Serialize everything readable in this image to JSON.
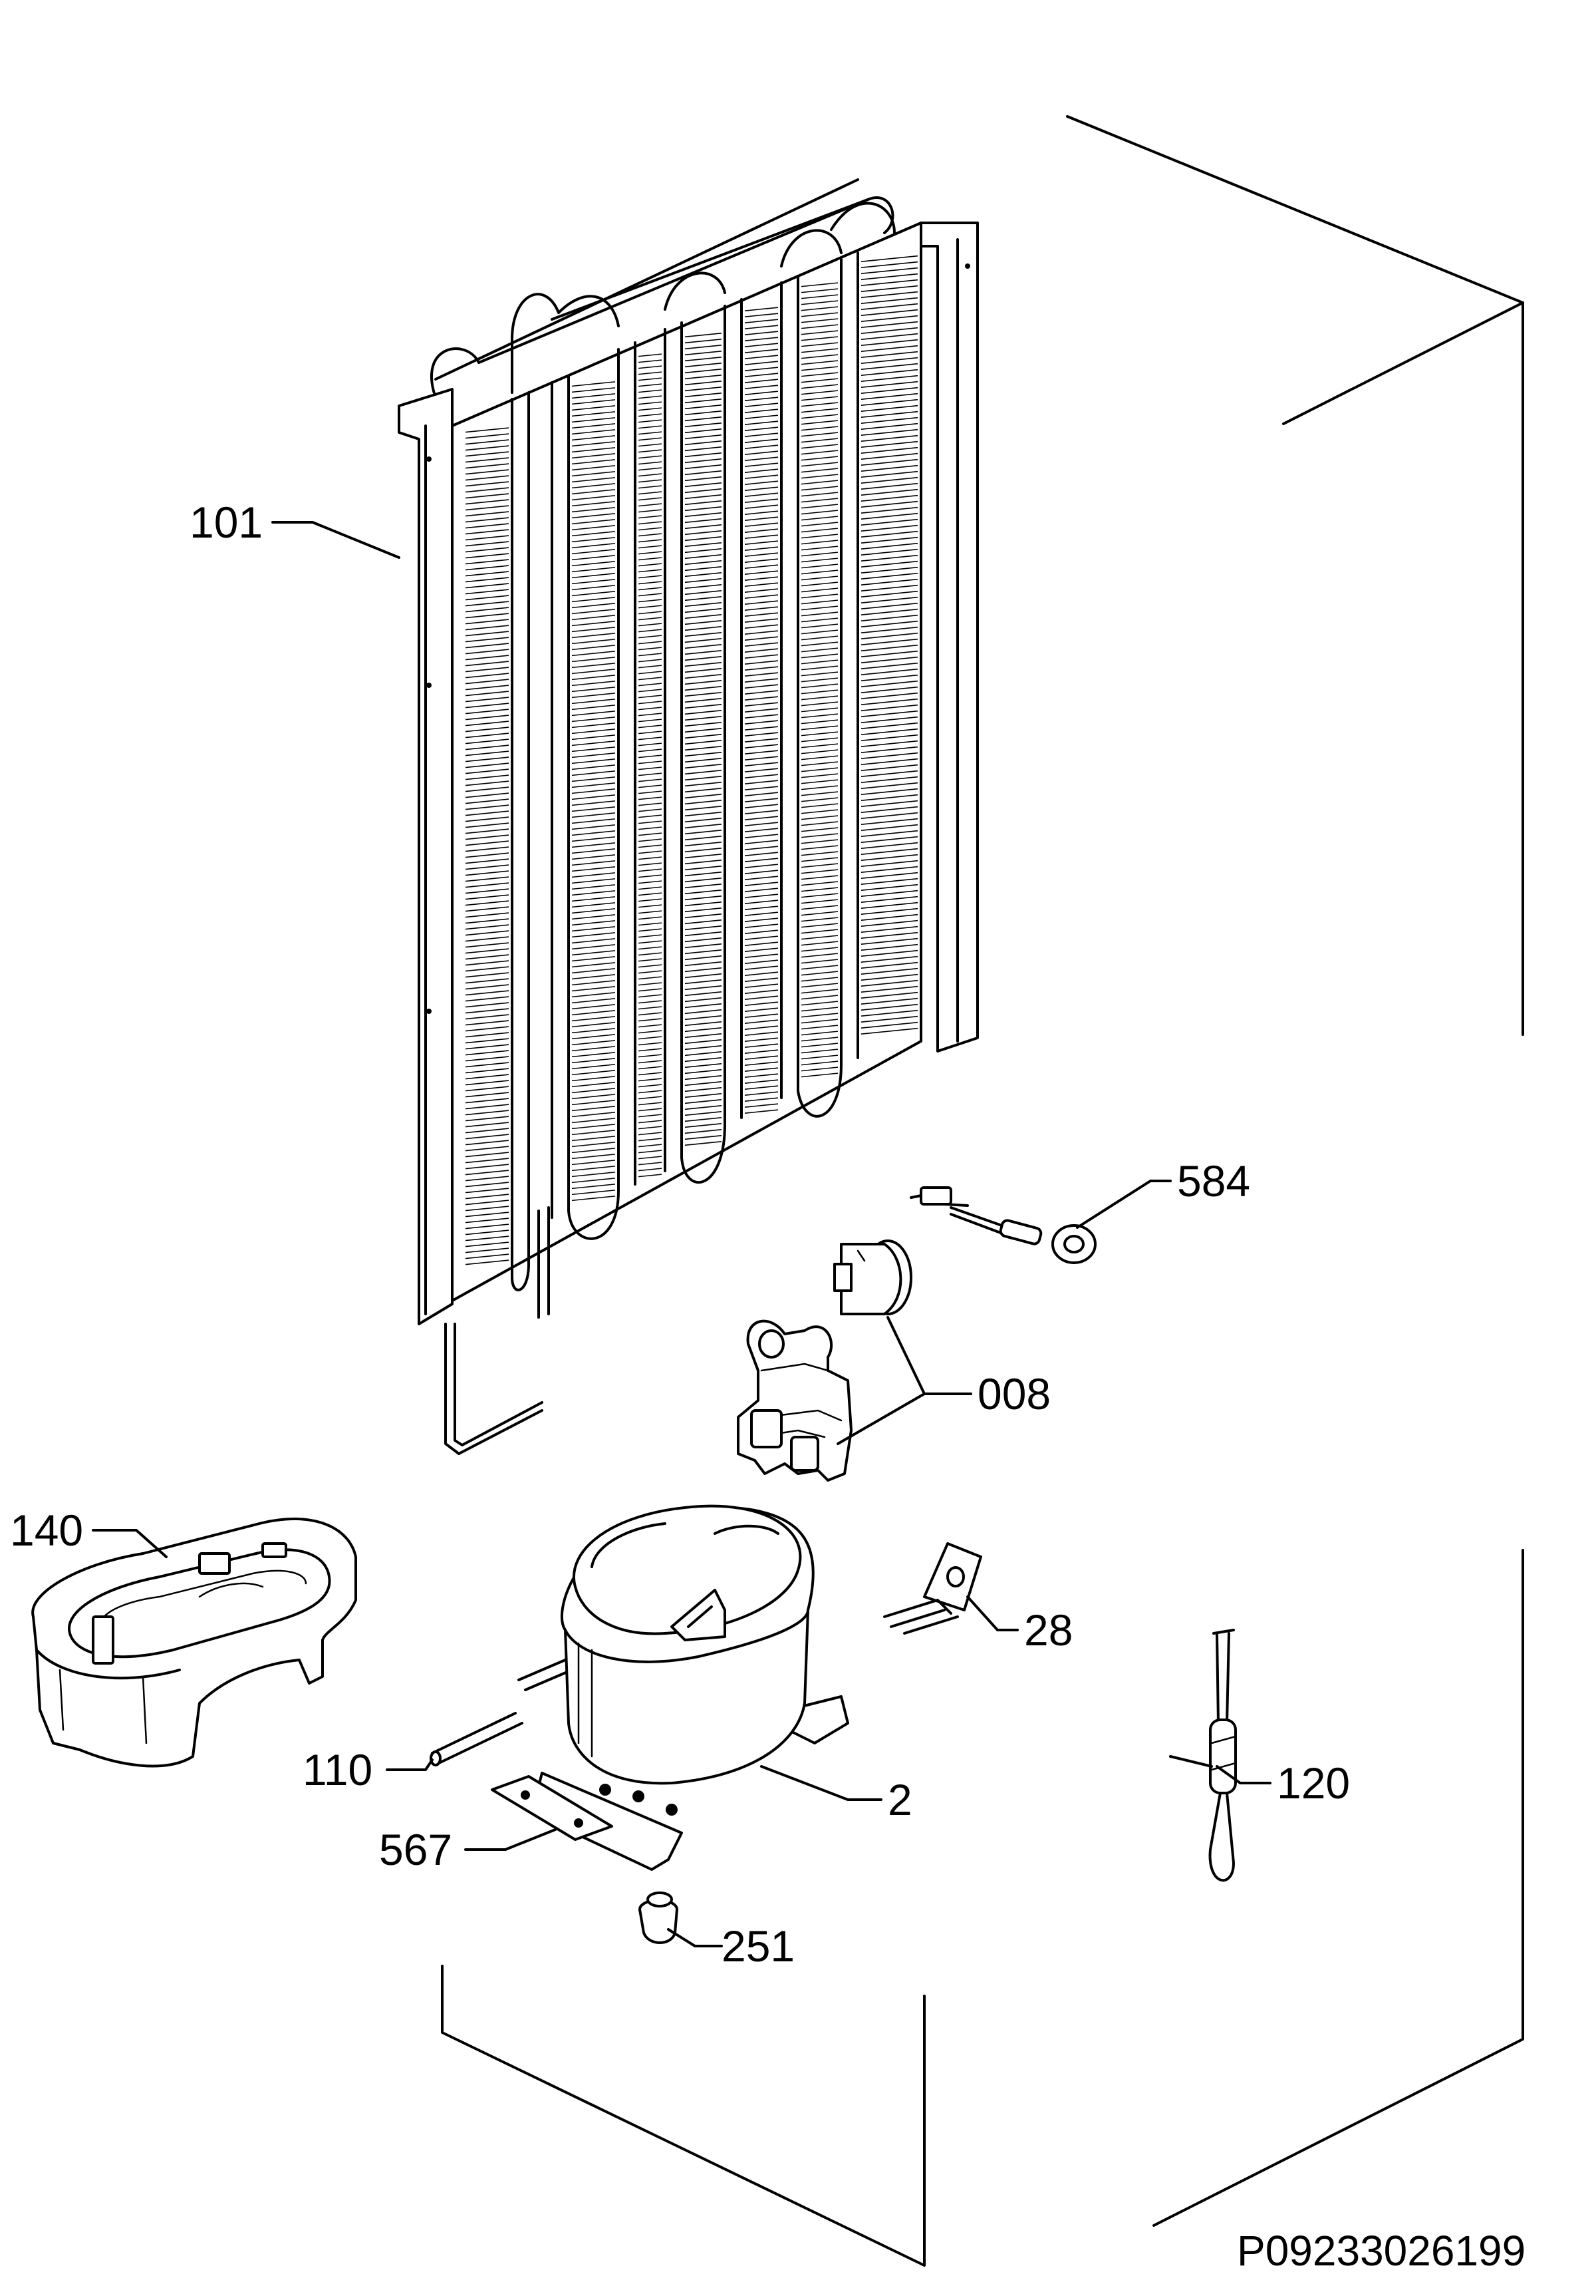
{
  "diagram": {
    "drawing_code": "P09233026199",
    "callouts": [
      {
        "id": "101",
        "label": "101"
      },
      {
        "id": "584",
        "label": "584"
      },
      {
        "id": "008",
        "label": "008"
      },
      {
        "id": "140",
        "label": "140"
      },
      {
        "id": "28",
        "label": "28"
      },
      {
        "id": "110",
        "label": "110"
      },
      {
        "id": "2",
        "label": "2"
      },
      {
        "id": "120",
        "label": "120"
      },
      {
        "id": "567",
        "label": "567"
      },
      {
        "id": "251",
        "label": "251"
      }
    ],
    "parts": [
      {
        "icon": "condenser-icon"
      },
      {
        "icon": "thermal-protector-icon"
      },
      {
        "icon": "starter-relay-icon"
      },
      {
        "icon": "drip-tray-icon"
      },
      {
        "icon": "clip-icon"
      },
      {
        "icon": "pipe-stub-icon"
      },
      {
        "icon": "compressor-icon"
      },
      {
        "icon": "dryer-filter-icon"
      },
      {
        "icon": "mounting-plate-icon"
      },
      {
        "icon": "rubber-grommet-icon"
      }
    ]
  }
}
